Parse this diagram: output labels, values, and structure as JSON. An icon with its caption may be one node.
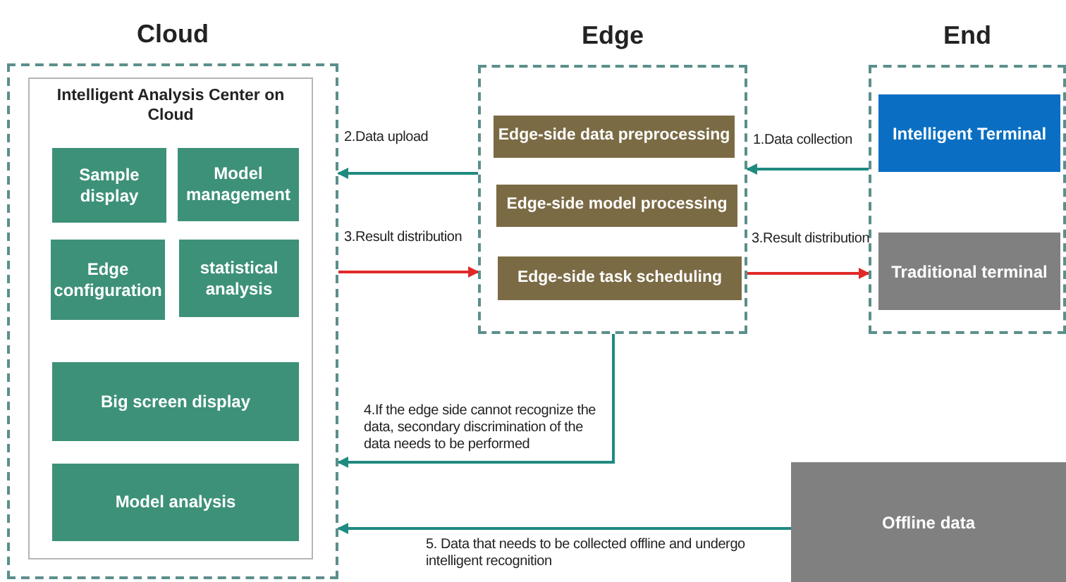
{
  "diagram": {
    "nodes": [
      {
        "text": [
          "Cloud"
        ]
      },
      {
        "text": [
          "Intelligent Analysis Center on Cloud"
        ],
        "in": 0
      },
      {
        "text": [
          "Sample display"
        ],
        "in": 1
      },
      {
        "text": [
          "Model management"
        ],
        "in": 1
      },
      {
        "text": [
          "Edge configuration"
        ],
        "in": 1
      },
      {
        "text": [
          "statistical analysis"
        ],
        "in": 1
      },
      {
        "text": [
          "Big screen display"
        ],
        "in": 1
      },
      {
        "text": [
          "Model analysis"
        ],
        "in": 1
      },
      {
        "text": [
          "Edge"
        ]
      },
      {
        "text": [
          "Edge-side data preprocessing"
        ],
        "in": 8
      },
      {
        "text": [
          "Edge-side model processing"
        ],
        "in": 8
      },
      {
        "text": [
          "Edge-side task scheduling"
        ],
        "in": 8
      },
      {
        "text": [
          "End"
        ]
      },
      {
        "text": [
          "Intelligent Terminal"
        ],
        "in": 12
      },
      {
        "text": [
          "Traditional terminal"
        ],
        "in": 12
      },
      {
        "text": [
          "Offline data"
        ]
      }
    ],
    "edges": [
      {
        "from": 12,
        "to": 8,
        "arrow": "to",
        "label": "1.Data collection"
      },
      {
        "from": 8,
        "to": 0,
        "arrow": "to",
        "label": "2.Data upload"
      },
      {
        "from": 0,
        "to": 8,
        "arrow": "to",
        "label": "3.Result distribution",
        "color": "#e02a2a"
      },
      {
        "from": 8,
        "to": 12,
        "arrow": "to",
        "label": "3.Result distribution",
        "color": "#e02a2a"
      },
      {
        "from": 8,
        "to": 0,
        "arrow": "to",
        "label": "4.If the edge side cannot recognize the data, secondary discrimination of the data needs to be performed"
      },
      {
        "from": 15,
        "to": 0,
        "arrow": "to",
        "label": "5. Data that needs to be collected offline and undergo intelligent recognition"
      }
    ]
  }
}
